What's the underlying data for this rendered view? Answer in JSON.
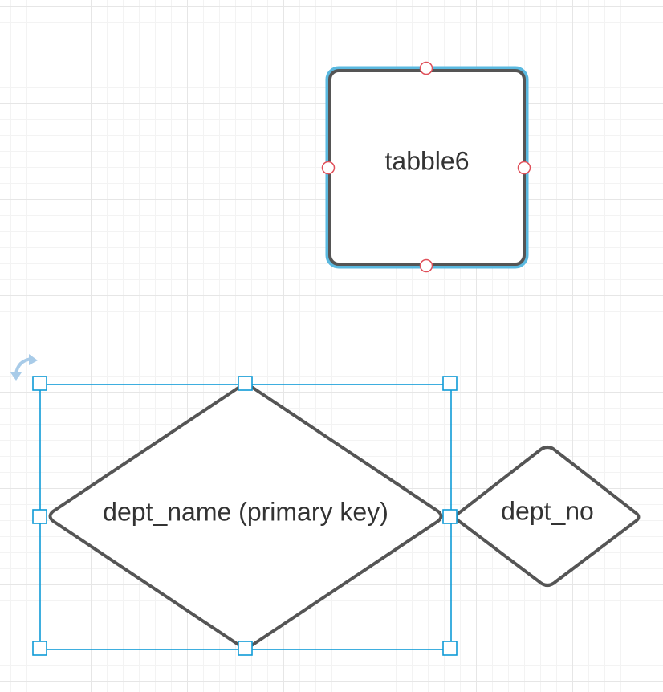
{
  "shapes": {
    "table": {
      "label": "tabble6",
      "kind": "rounded-rectangle"
    },
    "primary_key_attribute": {
      "label": "dept_name (primary key)",
      "kind": "diamond"
    },
    "attribute": {
      "label": "dept_no",
      "kind": "diamond"
    }
  },
  "selection": {
    "selected_shape": "primary_key_attribute"
  },
  "icons": {
    "rotate": "rotate-icon",
    "connection_point": "connection-point-icon",
    "resize_handle": "resize-handle-icon"
  },
  "colors": {
    "shape_stroke": "#555555",
    "shape_fill": "#ffffff",
    "hover_outline": "#5ab9e0",
    "selection": "#0f9bd7",
    "connection_point": "#e0505a",
    "grid": "#e6e6e6",
    "label": "#333333"
  }
}
